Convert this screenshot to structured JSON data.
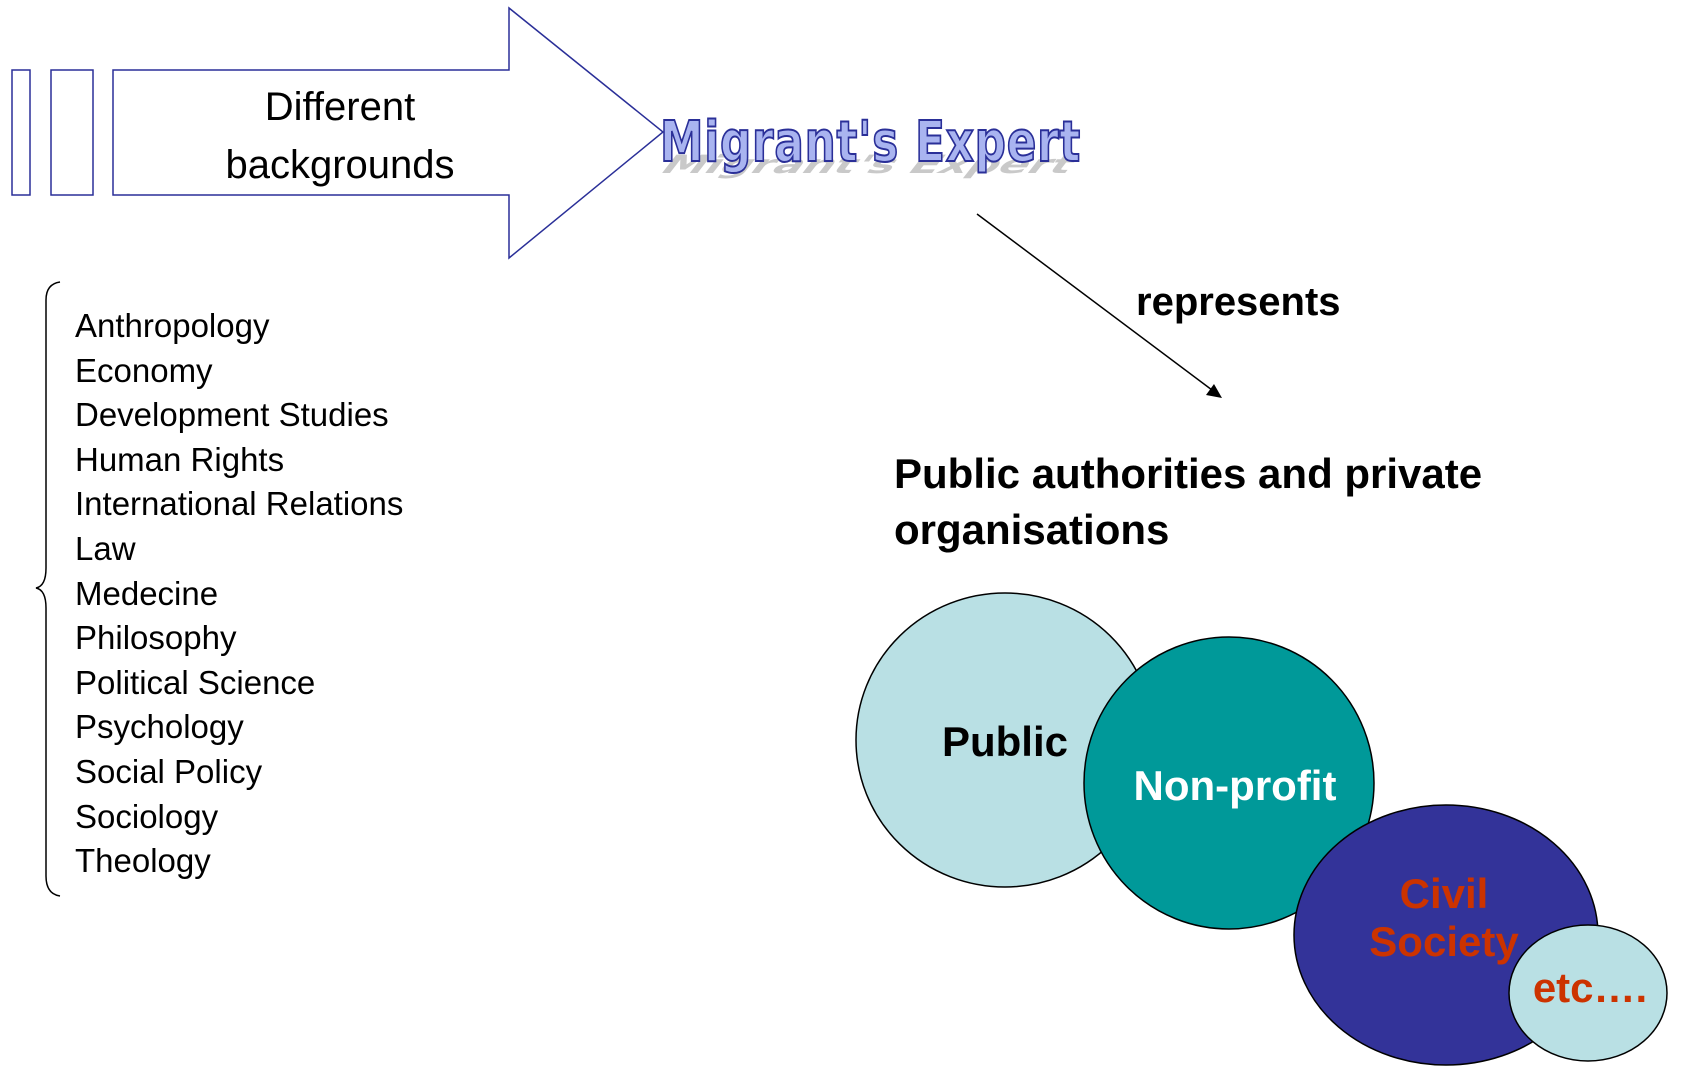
{
  "arrow": {
    "label_line1": "Different",
    "label_line2": "backgrounds"
  },
  "title": "Migrant's Expert",
  "backgrounds": [
    "Anthropology",
    "Economy",
    "Development Studies",
    "Human Rights",
    "International Relations",
    "Law",
    "Medecine",
    "Philosophy",
    "Political Science",
    "Psychology",
    "Social Policy",
    "Sociology",
    "Theology"
  ],
  "relation": "represents",
  "target_heading": "Public authorities and private organisations",
  "circles": [
    {
      "label": "Public",
      "fill": "#b9e0e4",
      "text_color": "#000000"
    },
    {
      "label": "Non-profit",
      "fill": "#009999",
      "text_color": "#ffffff"
    },
    {
      "label": "Civil Society",
      "fill": "#333399",
      "text_color": "#cc3300"
    },
    {
      "label": "etc….",
      "fill": "#b9e0e4",
      "text_color": "#cc3300"
    }
  ],
  "colors": {
    "arrow_outline": "#2a2f98",
    "wordart_fill": "#a9b4f0"
  }
}
